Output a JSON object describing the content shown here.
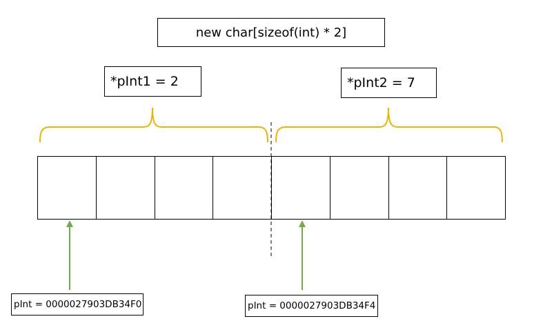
{
  "title": "new char[sizeof(int) * 2]",
  "values": {
    "first": "*pInt1 = 2",
    "second": "*pInt2 = 7"
  },
  "addresses": {
    "first": "pInt = 0000027903DB34F0",
    "second": "pInt = 0000027903DB34F4"
  },
  "byte_count": 8,
  "colors": {
    "brace": "#f0b400",
    "arrow": "#70ad47",
    "line": "#000000"
  }
}
